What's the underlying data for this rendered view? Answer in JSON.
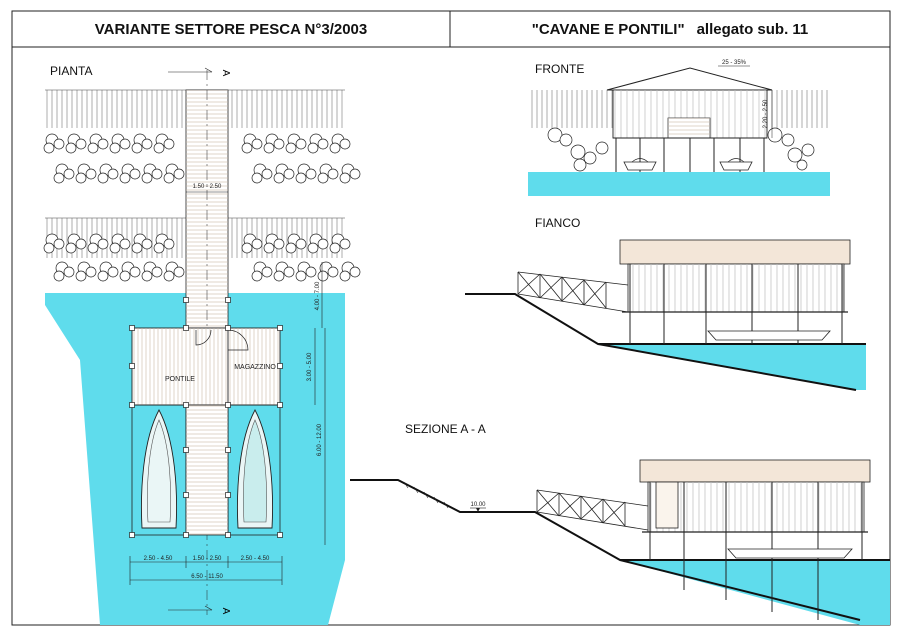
{
  "header": {
    "left_title": "VARIANTE SETTORE PESCA N°3/2003",
    "right_title": "\"CAVANE E PONTILI\"",
    "right_suffix": "allegato sub. 11"
  },
  "views": {
    "plan": "PIANTA",
    "front": "FRONTE",
    "side": "FIANCO",
    "section": "SEZIONE A - A"
  },
  "section_marker": "A",
  "plan_labels": {
    "pontile": "PONTILE",
    "magazzino": "MAGAZZINO"
  },
  "dimensions": {
    "walkway_width": "1.50 - 2.50",
    "bottom_left": "2.50 - 4.50",
    "bottom_mid": "1.50 - 2.50",
    "bottom_right": "2.50 - 4.50",
    "total_width": "6.50 - 11.50",
    "bank_depth": "4.00 - 7.00",
    "hut_depth": "3.00 - 5.00",
    "total_depth": "6.00 - 12.00",
    "front_height": "2.20 - 2.50",
    "roof_slope": "25 - 35%",
    "level": "10.00"
  },
  "colors": {
    "water": "#5fdcec",
    "roof": "#f3e6d8",
    "line": "#222222"
  }
}
